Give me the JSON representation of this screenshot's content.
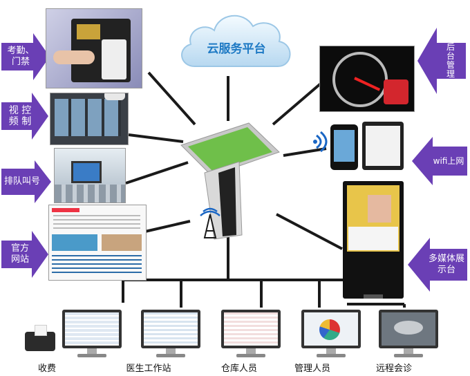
{
  "cloud": {
    "label": "云服务平台"
  },
  "left_features": [
    {
      "label_lines": [
        "考勤、",
        "门禁"
      ]
    },
    {
      "label_lines": [
        "视 控",
        "频 制"
      ]
    },
    {
      "label_lines": [
        "排队叫号"
      ]
    },
    {
      "label_lines": [
        "官方",
        "网站"
      ]
    }
  ],
  "right_features": [
    {
      "label_lines": [
        "后",
        "台",
        "管",
        "理"
      ]
    },
    {
      "label_lines": [
        "wifi上网"
      ]
    },
    {
      "label_lines": [
        "多媒体展",
        "示台"
      ]
    }
  ],
  "bottom_terminals": [
    {
      "label": "收费"
    },
    {
      "label": "医生工作站"
    },
    {
      "label": "仓库人员"
    },
    {
      "label": "管理人员"
    },
    {
      "label": "远程会诊"
    }
  ],
  "colors": {
    "arrow": "#6a3fb5",
    "cloud": "#cfe6f7",
    "cloud_text": "#1d79c4",
    "line": "#1a1a1a"
  }
}
